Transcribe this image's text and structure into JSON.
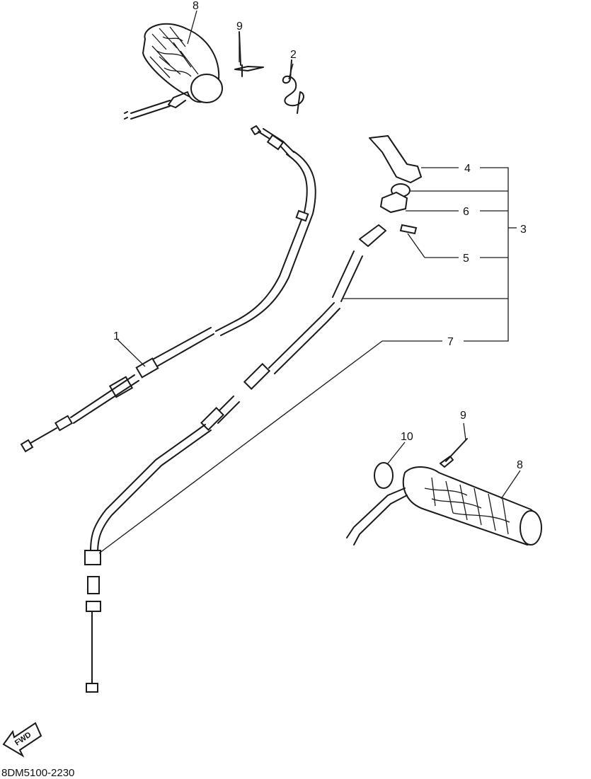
{
  "callouts": [
    {
      "id": "c1",
      "text": "1"
    },
    {
      "id": "c2",
      "text": "2"
    },
    {
      "id": "c3",
      "text": "3"
    },
    {
      "id": "c4",
      "text": "4"
    },
    {
      "id": "c5",
      "text": "5"
    },
    {
      "id": "c6",
      "text": "6"
    },
    {
      "id": "c7",
      "text": "7"
    },
    {
      "id": "c8a",
      "text": "8"
    },
    {
      "id": "c8b",
      "text": "8"
    },
    {
      "id": "c9a",
      "text": "9"
    },
    {
      "id": "c9b",
      "text": "9"
    },
    {
      "id": "c10",
      "text": "10"
    }
  ],
  "fwd_label": "FWD",
  "drawing_code": "8DM5100-2230"
}
